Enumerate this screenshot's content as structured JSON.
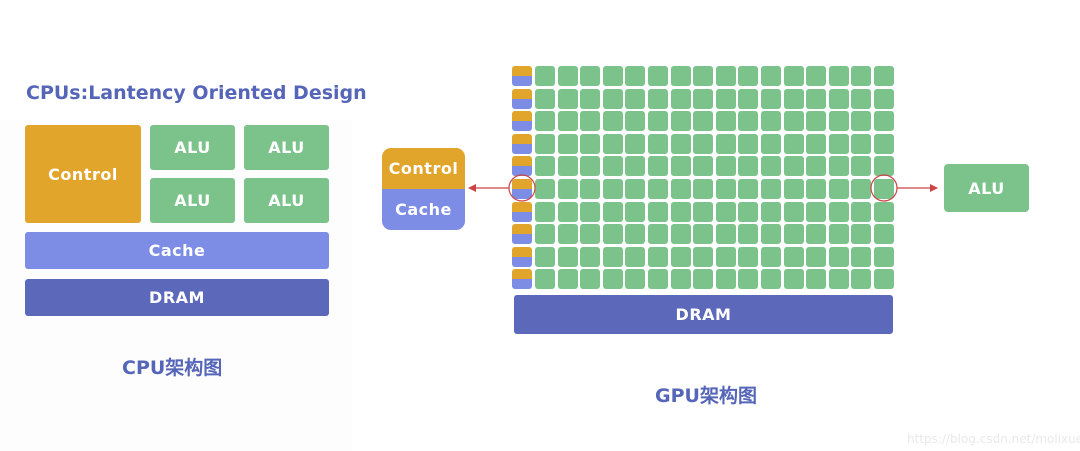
{
  "cpu": {
    "title": "CPUs:Lantency Oriented Design",
    "control_label": "Control",
    "alu_labels": [
      "ALU",
      "ALU",
      "ALU",
      "ALU"
    ],
    "cache_label": "Cache",
    "dram_label": "DRAM",
    "caption": "CPU架构图"
  },
  "gpu": {
    "grid": {
      "rows": 10,
      "alu_columns": 16
    },
    "detail_control_label": "Control",
    "detail_cache_label": "Cache",
    "detail_alu_label": "ALU",
    "dram_label": "DRAM",
    "caption": "GPU架构图"
  },
  "colors": {
    "control": "#E2A52B",
    "alu": "#7BC38B",
    "cache": "#7D8DE6",
    "dram": "#5C69BA",
    "title_text": "#5565B8",
    "highlight": "#CC4444"
  },
  "watermark": "https://blog.csdn.net/molixuebeibi"
}
